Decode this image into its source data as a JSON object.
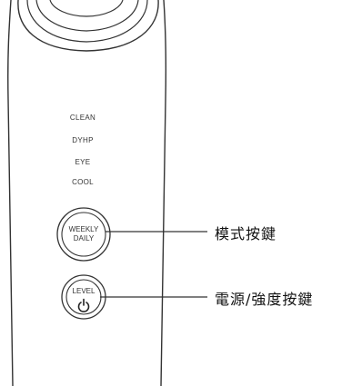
{
  "modes": [
    "CLEAN",
    "DYHP",
    "EYE",
    "COOL"
  ],
  "mode_button": {
    "line1": "WEEKLY",
    "line2": "DAILY"
  },
  "level_button": {
    "label": "LEVEL",
    "icon": "power-icon"
  },
  "callouts": {
    "mode_button": "模式按鍵",
    "level_button": "電源/強度按鍵"
  }
}
